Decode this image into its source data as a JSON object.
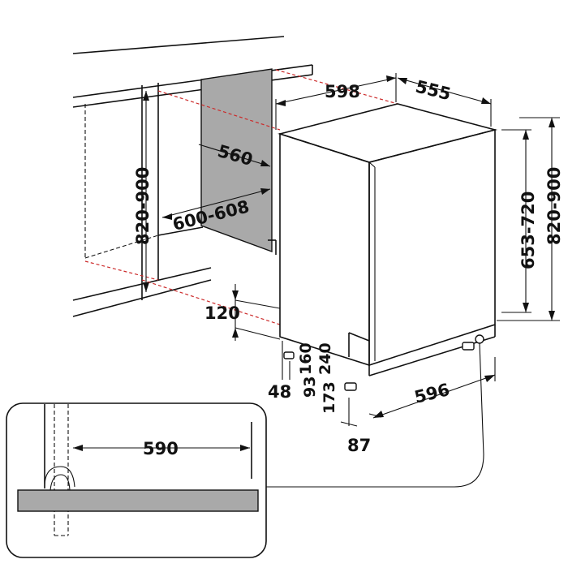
{
  "labels": {
    "width_598": "598",
    "depth_555": "555",
    "niche_depth_560": "560",
    "niche_width_600_608": "600-608",
    "niche_height_820_900": "820-900",
    "body_height_653_720": "653-720",
    "total_height_820_900": "820-900",
    "plinth_120": "120",
    "door_160": "160",
    "door_240": "240",
    "foot_48": "48",
    "foot_93": "93",
    "foot_173": "173",
    "base_596": "596",
    "base_87": "87",
    "detail_590": "590"
  },
  "colors": {
    "line": "#111111",
    "hidden_line": "#cc2a2a",
    "niche_fill": "#a9a9a9",
    "detail_bar": "#a9a9a9"
  }
}
